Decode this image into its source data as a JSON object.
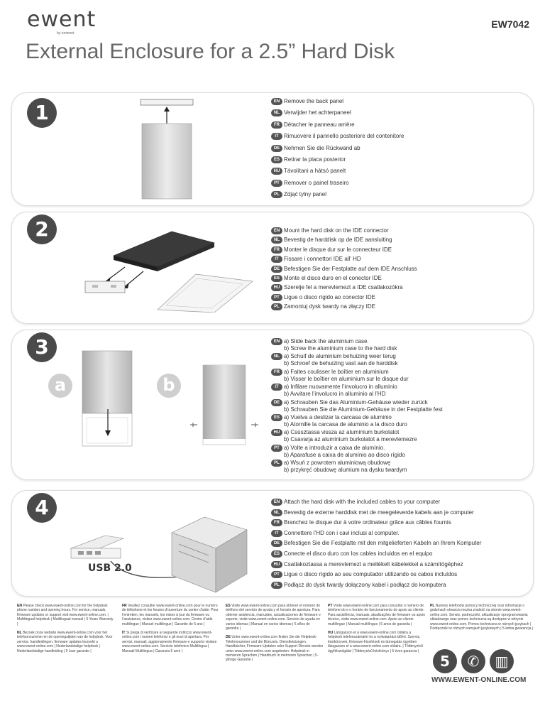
{
  "header": {
    "brand": "ewent",
    "brand_sub": "by eminent",
    "model": "EW7042",
    "title": "External Enclosure for a 2.5” Hard Disk"
  },
  "steps": [
    {
      "number": "1",
      "lines": [
        {
          "code": "EN",
          "text": "Remove the back panel"
        },
        {
          "code": "NL",
          "text": "Verwijder het achterpaneel"
        },
        {
          "code": "FR",
          "text": "Détacher le panneau arrière"
        },
        {
          "code": "IT",
          "text": "Rimuovere il pannello posteriore del contenitore"
        },
        {
          "code": "DE",
          "text": "Nehmen Sie die Rückwand ab"
        },
        {
          "code": "ES",
          "text": "Retirar la placa posterior"
        },
        {
          "code": "HU",
          "text": "Távolítani a  hátsó panelt"
        },
        {
          "code": "PT",
          "text": "Remover o painel traseiro"
        },
        {
          "code": "PL",
          "text": "Zdjąć tylny panel"
        }
      ]
    },
    {
      "number": "2",
      "lines": [
        {
          "code": "EN",
          "text": "Mount the hard disk on the IDE connector"
        },
        {
          "code": "NL",
          "text": "Bevestig de harddisk op de IDE aansluiting"
        },
        {
          "code": "FR",
          "text": "Monter le disque dur sur le connecteur IDE"
        },
        {
          "code": "IT",
          "text": "Fissare i connettori IDE  all’ HD"
        },
        {
          "code": "DE",
          "text": "Befestigen Sie der Festplatte auf dem IDE  Anschluss"
        },
        {
          "code": "ES",
          "text": "Monte el disco duro en  el conector  IDE"
        },
        {
          "code": "HU",
          "text": "Szerelje fel a merevlemezt a IDE csatlakozókra"
        },
        {
          "code": "PT",
          "text": "Ligue o disco rígido ao  conector IDE"
        },
        {
          "code": "PL",
          "text": "Zamontuj dysk twardy na złączy IDE"
        }
      ]
    },
    {
      "number": "3",
      "sub_a": "a",
      "sub_b": "b",
      "lines": [
        {
          "code": "EN",
          "text": "a) Slide back the aluminium case.",
          "text2": "b) Screw the aluminium case to the hard disk"
        },
        {
          "code": "NL",
          "text": "a) Schuif de aluminium behuizing weer terug",
          "text2": "b) Schroef de behuizing vast aan de harddisk"
        },
        {
          "code": "FR",
          "text": "a) Faites coulisser le boîtier en aluminium",
          "text2": "b) Visser le boîtier en aluminium sur le disque dur"
        },
        {
          "code": "IT",
          "text": "a) Infilare nuovamente l’involucro in alluminio",
          "text2": "b) Avvitare  l’involucro in alluminio al l’HD"
        },
        {
          "code": "DE",
          "text": "a) Schrauben Sie das Aluminium-Gehäuse wieder zurück",
          "text2": "b) Schrauben Sie die Aluminium-Gehäuse in der Festplatte fest"
        },
        {
          "code": "ES",
          "text": "a) Vuelva a deslizar la carcasa de aluminio",
          "text2": "b) Atornille la carcasa de aluminio a la disco duro"
        },
        {
          "code": "HU",
          "text": "a) Csúsztassa vissza az alumínium burkolatot",
          "text2": "b) Csavarja az alumínium burkolatot a merevlemezre"
        },
        {
          "code": "PT",
          "text": "a) Volte a introduzir a caixa de alumínio.",
          "text2": "b) Aparafuse a caixa de alumínio ao disco rígido"
        },
        {
          "code": "PL",
          "text": "a) Wsuń z powrotem aluminiową obudowę",
          "text2": "b) przykręć obudowę alumium na dysku twardym"
        }
      ]
    },
    {
      "number": "4",
      "usb_label": "USB 2.0",
      "lines": [
        {
          "code": "EN",
          "text": "Attach the hard disk with the included cables to your computer"
        },
        {
          "code": "NL",
          "text": "Bevestig de externe harddisk met de meegeleverde kabels aan je computer"
        },
        {
          "code": "FR",
          "text": "Branchez le disque dur à votre ordinateur grâce aux câbles fournis"
        },
        {
          "code": "IT",
          "text": "Connettere l’HD con i cavi inclusi al computer."
        },
        {
          "code": "DE",
          "text": "Befestigen Sie die Festplatte mit den mitgelieferten Kabeln an Ihrem Komputer"
        },
        {
          "code": "ES",
          "text": "Conecte el disco duro con los cables incluidos en el equipo"
        },
        {
          "code": "HU",
          "text": "Csatlakoztassa a merevlemezt a mellékelt kábelekkel a számítógéphez"
        },
        {
          "code": "PT",
          "text": "Ligue o disco rígido ao seu computador utilizando os cabos incluídos"
        },
        {
          "code": "PL",
          "text": "Podłącz do dysk twardy dołączony kabel i podłącz do komputera"
        }
      ]
    }
  ],
  "footer": {
    "col1_a": {
      "code": "EN",
      "text": "Please check www.ewent-online.com for the helpdesk phone number and opening hours. For service, manuals, firmware updates or support visit www.ewent-online.com. | Multilingual helpdesk | Multilingual manual | 5 Years Warranty |"
    },
    "col1_b": {
      "code": "NL",
      "text": "Bezoek onze website www.ewent-online.com voor het telefoonnummer en de openingstijden van de helpdesk. Voor service, handleidingen, firmware updates bezoekt u www.ewent-online.com | Nederlandstalige helpdesk | Nederlandstalige handleiding | 5 Jaar garantie |"
    },
    "col2_a": {
      "code": "FR",
      "text": "Veuillez consulter www.ewent-online.com pour le numéro de téléphone et les heures d’ouverture du centre d’aide. Pour l’entretien, les manuels, les mises à jour du firmware ou l’assistance, visitez www.ewent-online.com. Centre d’aide multilingue | Manuel multilingue | Garantie de 5 ans |"
    },
    "col2_b": {
      "code": "IT",
      "text": "Si prega di verificare al seguente indirizzo www.ewent-online.com i numeri telefonici e gli orari di apertura. Per servizi, manuali, aggiornamento firmware e supporto visitare www.ewent-online.com. Servizio telefonico Multilingua | Manuali Multilingua | Garanzia 5 anni |"
    },
    "col3_a": {
      "code": "ES",
      "text": "Visite www.ewent-online.com para obtener el número de teléfono del servicio de ayuda y el horario de apertura. Para obtener asistencia, manuales, actualizaciones de firmware o soporte, visite www.ewent-online.com. Servicio de ayuda en varios idiomas | Manual en varios idiomas | 5 años de garantía |"
    },
    "col3_b": {
      "code": "DE",
      "text": "Unter www.ewent-online.com finden Sie die Helpdesk-Telefonnummer und die Bürozeis. Dienstleistungen, Handbücher, Firmware-Updates oder Support Dienste werden unter www.ewent-online.com angeboten. Helpdesk in mehreren Sprachen | Handbuch in mehreren Sprachen | 5-jährige Garantie |"
    },
    "col4_a": {
      "code": "PT",
      "text": "Visite www.ewent-online.com para consultar o número de telefone do e o horário de funcionamento do apoio ao cliente. Para assistência, manuais, atualizações de firmware ou apoio técnico, visite www.ewent-online.com. Apoio ao cliente multilíngue | Manual multilíngue | 5 anos de garantia |"
    },
    "col4_b": {
      "code": "HU",
      "text": "Látogasson el a www.ewent-online.com oldalra a helpdesk telefonszámáért és a nyitvatartási időért. Szerviz, kézikönyvek, firmware-frissítések és támogatás ügyében látogasson el a www.ewent-online.com oldalra. | Többnyelvű ügyfélszolgálat | Többnyelvű kézikönyv | 5 éves garancia |"
    },
    "col5_a": {
      "code": "PL",
      "text": "Numery telefonów pomocy technicznej oraz informacje o godzinach otwarcia można znaleźć na stronie www.ewent-online.com. Serwis, podręczniki, aktualizacje oprogramowania układowego oraz pomoc techniczna są dostępne w witrynie www.ewent-online.com. Pomoc techniczna w różnych językach | Podręczniki w różnych wersjach językowych | 5-letnia gwarancja |"
    },
    "icons": [
      {
        "name": "five-year-warranty-icon",
        "glyph": "5"
      },
      {
        "name": "phone-helpdesk-icon",
        "glyph": "✆"
      },
      {
        "name": "manual-book-icon",
        "glyph": "▥"
      }
    ],
    "url": "WWW.EWENT-ONLINE.COM"
  },
  "colors": {
    "lang_badge": "#555555",
    "step_badge": "#4a4a4a",
    "title": "#666666",
    "panel_border": "#dcdcdc"
  }
}
